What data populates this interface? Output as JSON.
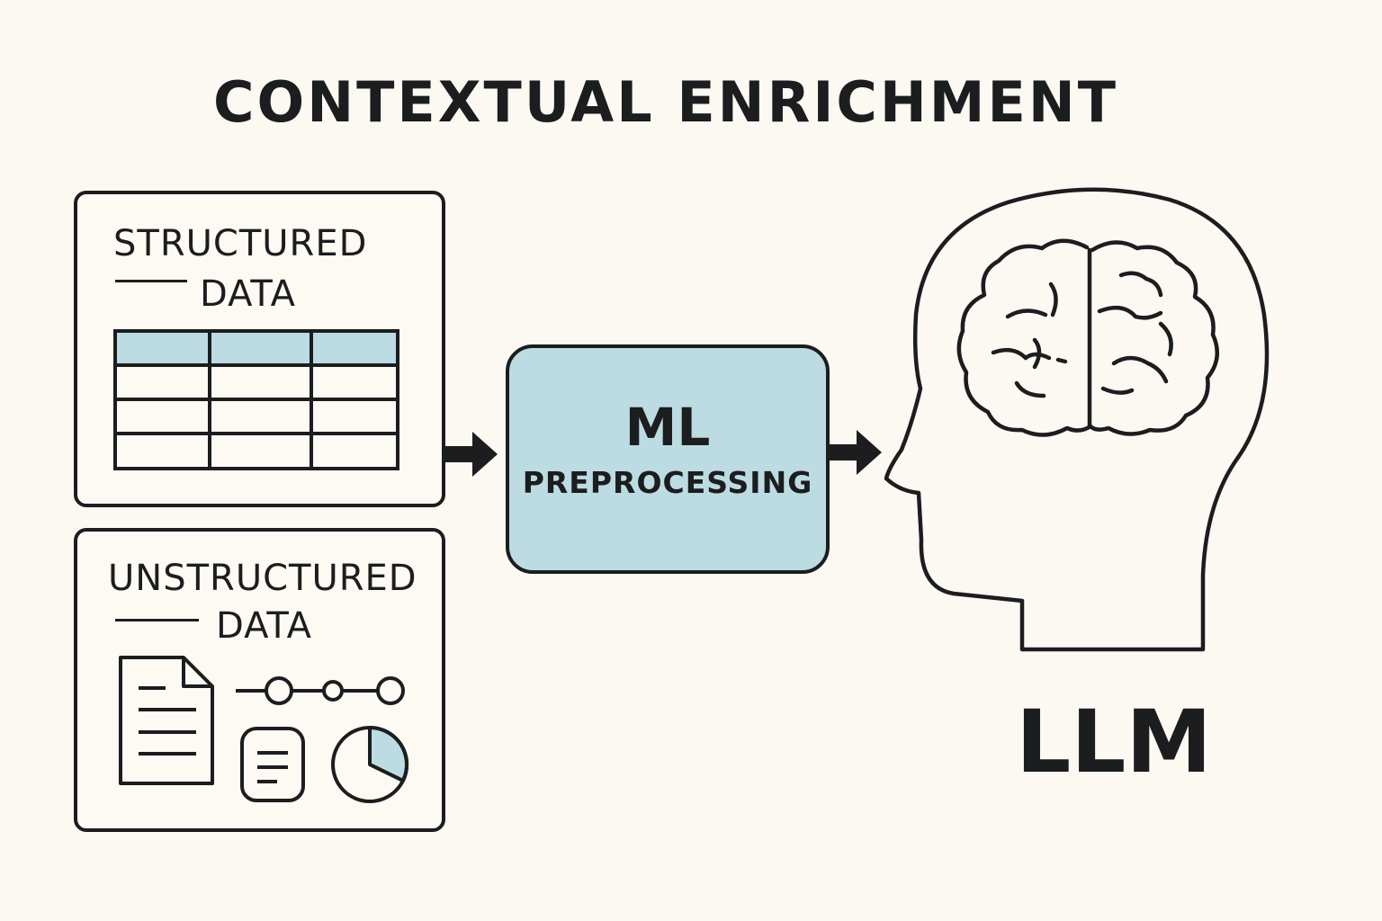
{
  "title": "CONTEXTUAL ENRICHMENT",
  "structured": {
    "line1": "STRUCTURED",
    "line2": "DATA"
  },
  "unstructured": {
    "line1": "UNSTRUCTURED",
    "line2": "DATA"
  },
  "ml_box": {
    "title": "ML",
    "subtitle": "PREPROCESSING"
  },
  "llm_label": "LLM",
  "colors": {
    "background": "#fcf9f2",
    "ink": "#1b1d1f",
    "accent_blue": "#bcdbe2"
  },
  "icons": [
    "document-icon",
    "timeline-icon",
    "note-icon",
    "pie-chart-icon",
    "head-icon",
    "brain-icon",
    "arrow-right-icon"
  ]
}
